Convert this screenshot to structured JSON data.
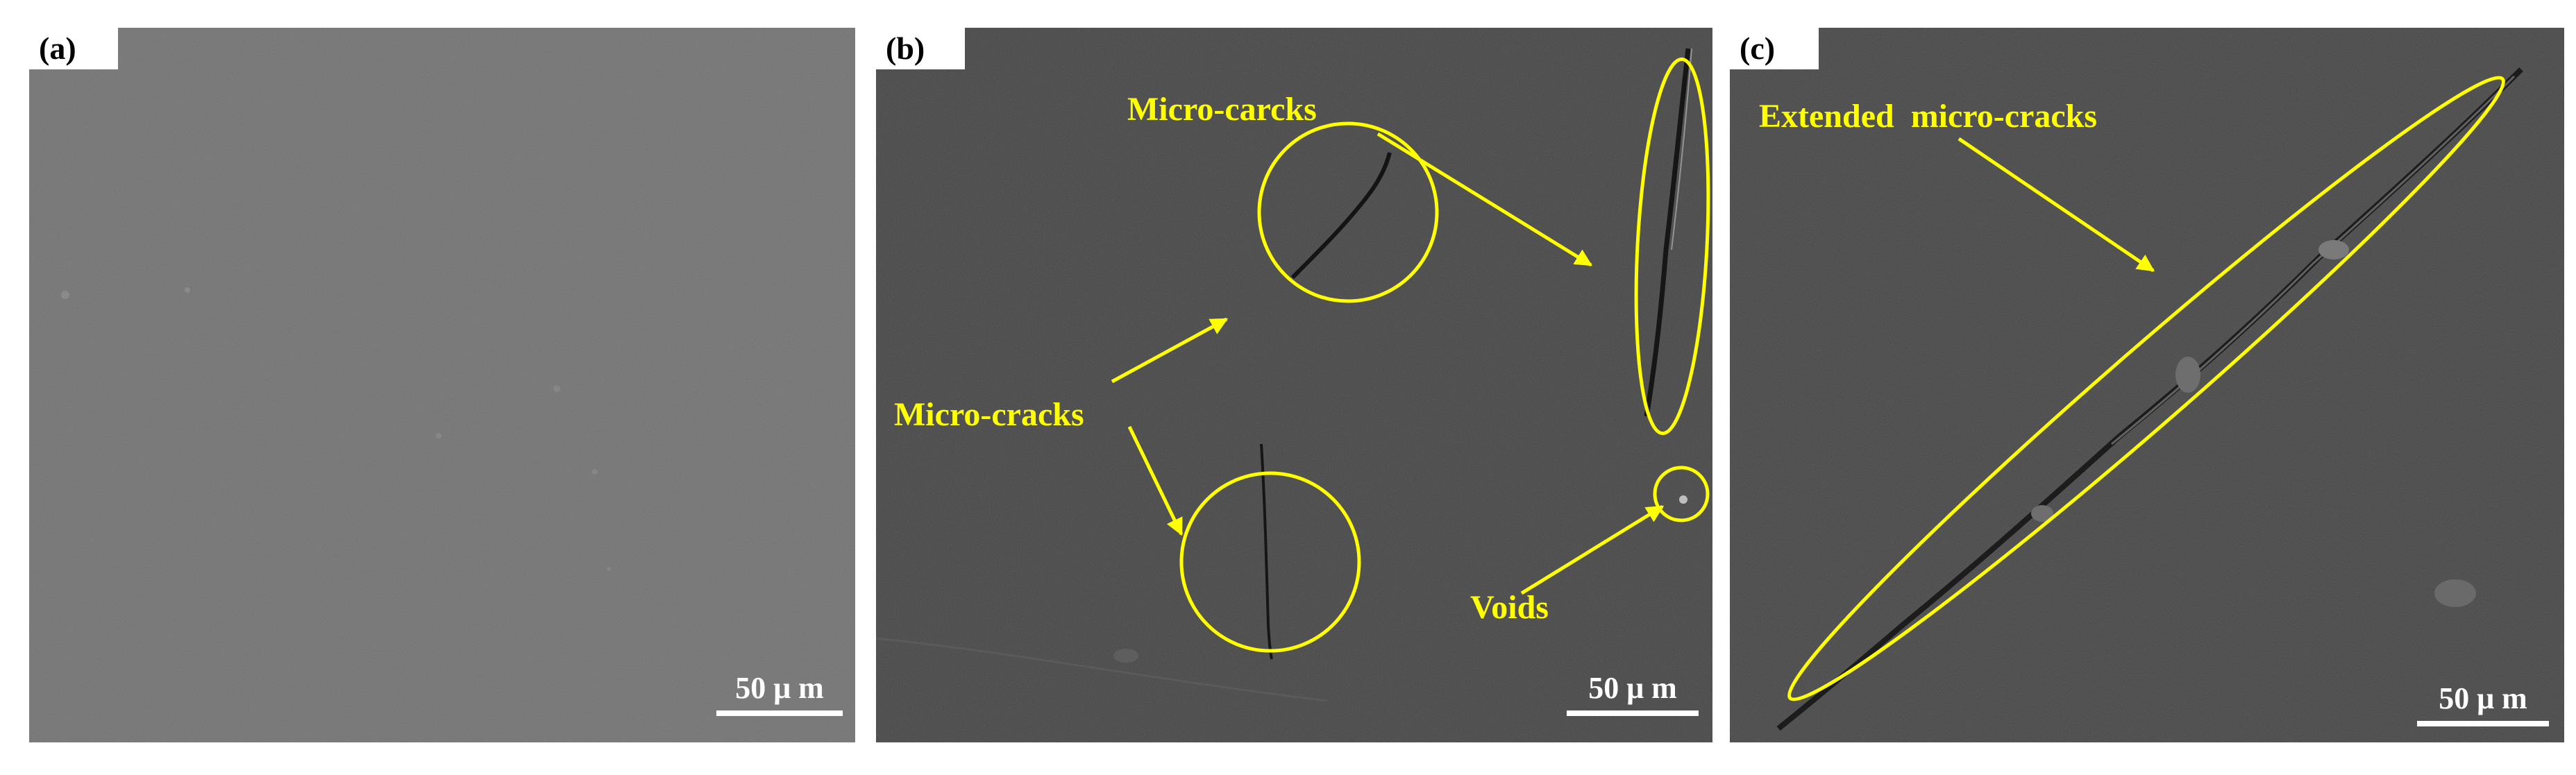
{
  "panels": [
    {
      "label": "(a)",
      "scale_bar": "50 μ m"
    },
    {
      "label": "(b)",
      "scale_bar": "50 μ m",
      "annotations": {
        "micro_carcks": "Micro-carcks",
        "micro_cracks": "Micro-cracks",
        "voids": "Voids"
      }
    },
    {
      "label": "(c)",
      "scale_bar": "50 μ m",
      "annotations": {
        "extended_micro_cracks": "Extended  micro-cracks"
      }
    }
  ],
  "colors": {
    "annotation": "#ffff00",
    "background_a": "#707070",
    "background_bc": "#444444"
  }
}
